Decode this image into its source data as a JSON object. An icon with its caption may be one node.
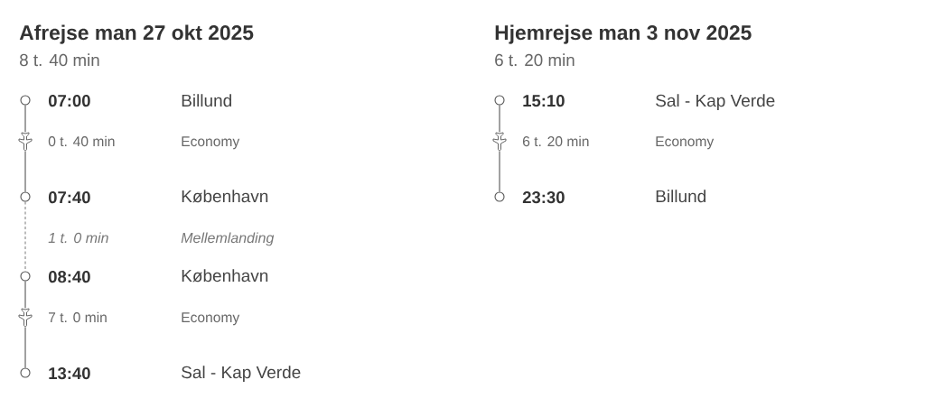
{
  "diagram": {
    "nodes": [
      {
        "text": [],
        "shape": "circle",
        "beside": [
          "07:00"
        ]
      },
      {
        "text": [],
        "shape": "plane",
        "beside": [
          "0 t. 40 min"
        ]
      },
      {
        "text": [],
        "shape": "circle",
        "beside": [
          "07:40"
        ]
      },
      {
        "text": [],
        "shape": "circle",
        "beside": [
          "08:40"
        ]
      },
      {
        "text": [],
        "shape": "plane",
        "beside": [
          "7 t. 0 min"
        ]
      },
      {
        "text": [],
        "shape": "circle",
        "beside": [
          "13:40"
        ]
      },
      {
        "text": [],
        "shape": "circle",
        "beside": [
          "15:10"
        ]
      },
      {
        "text": [],
        "shape": "plane",
        "beside": [
          "6 t. 20 min"
        ]
      },
      {
        "text": [],
        "shape": "circle",
        "beside": [
          "23:30"
        ]
      }
    ],
    "edges": [
      {
        "from": 0,
        "to": 1,
        "arrow": "none"
      },
      {
        "from": 1,
        "to": 2,
        "arrow": "none"
      },
      {
        "from": 2,
        "to": 3,
        "arrow": "none",
        "style": "dashed"
      },
      {
        "from": 3,
        "to": 4,
        "arrow": "none"
      },
      {
        "from": 4,
        "to": 5,
        "arrow": "none"
      },
      {
        "from": 6,
        "to": 7,
        "arrow": "none"
      },
      {
        "from": 7,
        "to": 8,
        "arrow": "none"
      }
    ],
    "labels": [
      "Afrejse man 27 okt 2025",
      "8 t. 40 min",
      "Billund",
      "Economy",
      "København",
      "1 t. 0 min",
      "Mellemlanding",
      "København",
      "Economy",
      "Sal - Kap Verde",
      "Hjemrejse man 3 nov 2025",
      "6 t. 20 min",
      "Sal - Kap Verde",
      "Economy",
      "Billund"
    ]
  }
}
